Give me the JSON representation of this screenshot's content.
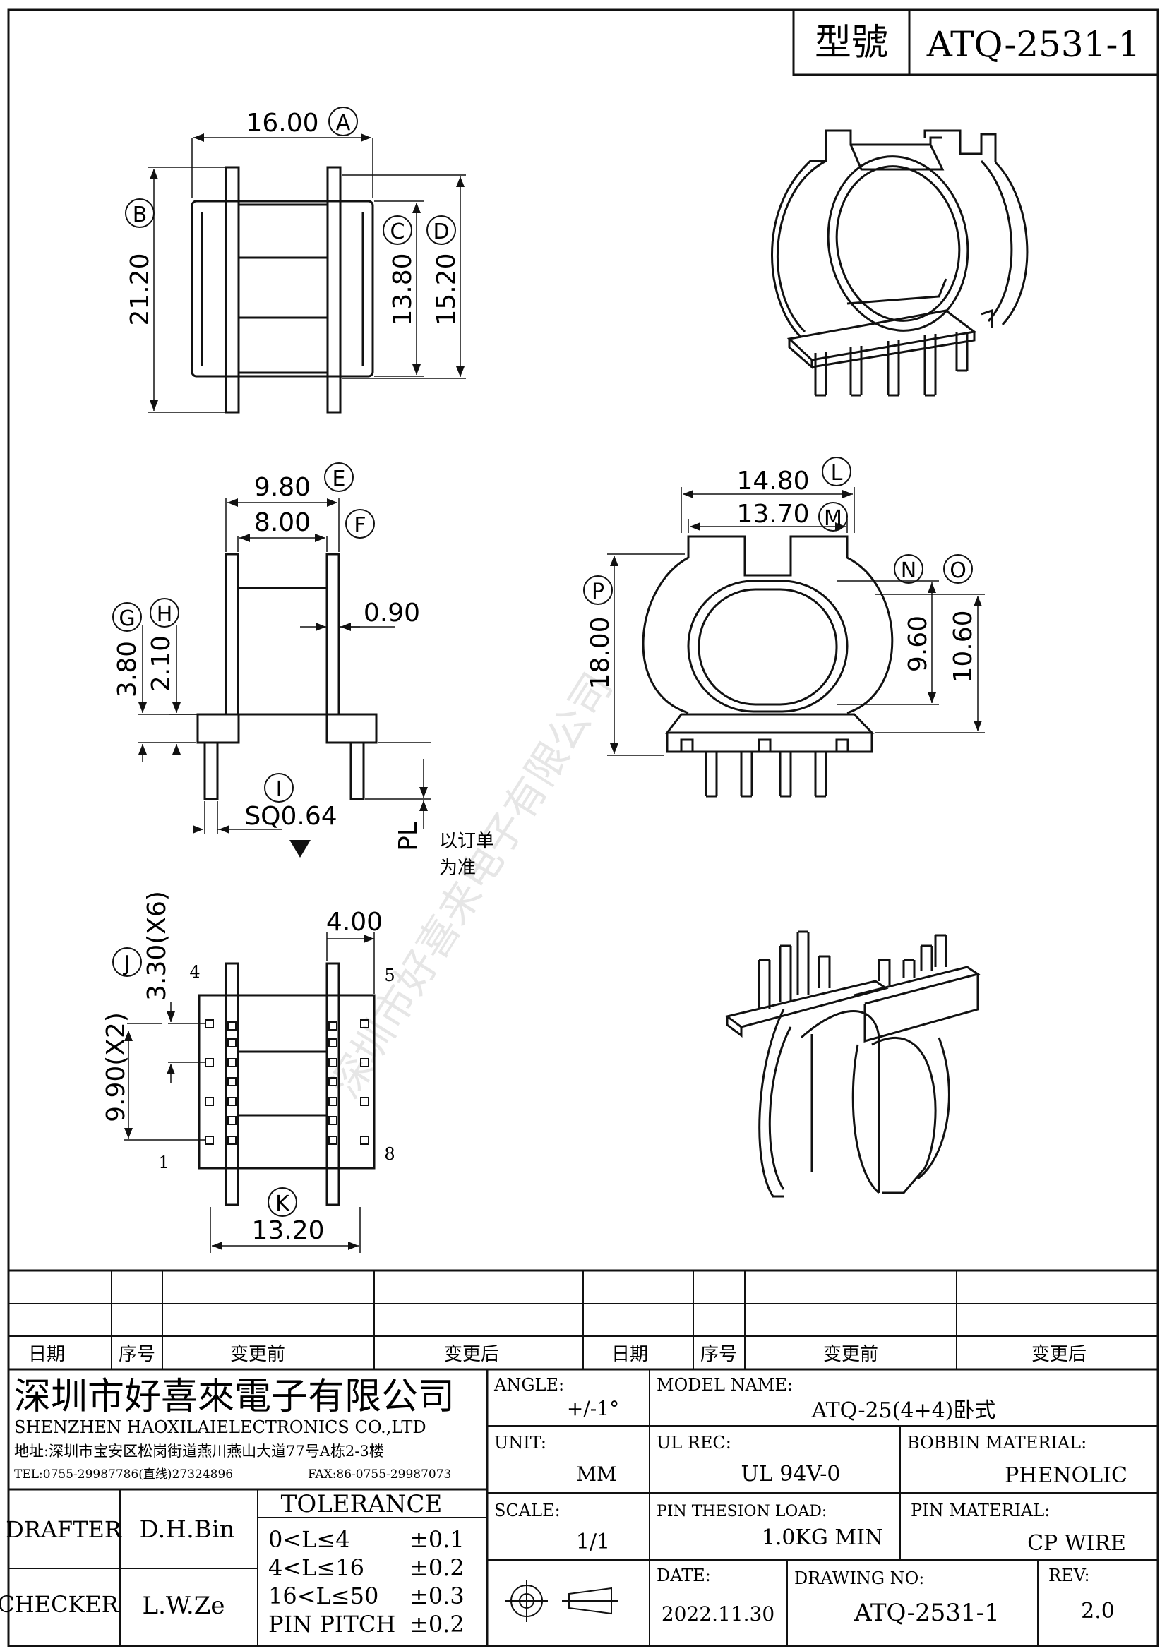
{
  "header": {
    "model_label": "型號",
    "model_value": "ATQ-2531-1"
  },
  "top_view": {
    "dim_a": "16.00",
    "label_a": "A",
    "dim_b": "21.20",
    "label_b": "B",
    "dim_c": "13.80",
    "label_c": "C",
    "dim_d": "15.20",
    "label_d": "D"
  },
  "side_view": {
    "dim_e": "9.80",
    "label_e": "E",
    "dim_f": "8.00",
    "label_f": "F",
    "dim_flange": "0.90",
    "dim_g": "3.80",
    "label_g": "G",
    "dim_h": "2.10",
    "label_h": "H",
    "dim_i": "SQ0.64",
    "label_i": "I",
    "pl_label": "PL",
    "pl_note_1": "以订单",
    "pl_note_2": "为准"
  },
  "front_view": {
    "dim_l": "14.80",
    "label_l": "L",
    "dim_m": "13.70",
    "label_m": "M",
    "label_n": "N",
    "label_o": "O",
    "dim_p": "18.00",
    "label_p": "P",
    "dim_n": "9.60",
    "dim_o": "10.60"
  },
  "bottom_view": {
    "dim_pin_pitch": "3.30(X6)",
    "label_j": "J",
    "dim_row": "9.90(X2)",
    "dim_edge": "4.00",
    "dim_k": "13.20",
    "label_k": "K",
    "pin_4": "4",
    "pin_5": "5",
    "pin_1": "1",
    "pin_8": "8"
  },
  "watermark": "深圳市好喜来电子有限公司",
  "revision_table": {
    "headers": [
      "日期",
      "序号",
      "变更前",
      "变更后",
      "日期",
      "序号",
      "变更前",
      "变更后"
    ]
  },
  "company": {
    "name_cn": "深圳市好喜來電子有限公司",
    "name_en": "SHENZHEN HAOXILAIELECTRONICS CO.,LTD",
    "address": "地址:深圳市宝安区松岗街道燕川燕山大道77号A栋2-3楼",
    "tel": "TEL:0755-29987786(直线)27324896",
    "fax": "FAX:86-0755-29987073"
  },
  "title_block": {
    "angle_label": "ANGLE:",
    "angle_value": "+/-1°",
    "model_name_label": "MODEL NAME:",
    "model_name_value": "ATQ-25(4+4)卧式",
    "unit_label": "UNIT:",
    "unit_value": "MM",
    "ul_label": "UL REC:",
    "ul_value": "UL 94V-0",
    "bobbin_label": "BOBBIN MATERIAL:",
    "bobbin_value": "PHENOLIC",
    "scale_label": "SCALE:",
    "scale_value": "1/1",
    "pin_tension_label": "PIN THESION LOAD:",
    "pin_tension_value": "1.0KG MIN",
    "pin_material_label": "PIN MATERIAL:",
    "pin_material_value": "CP  WIRE",
    "date_label": "DATE:",
    "date_value": "2022.11.30",
    "drawing_no_label": "DRAWING NO:",
    "drawing_no_value": "ATQ-2531-1",
    "rev_label": "REV:",
    "rev_value": "2.0"
  },
  "people": {
    "drafter_label": "DRAFTER",
    "drafter_value": "D.H.Bin",
    "checker_label": "CHECKER",
    "checker_value": "L.W.Ze"
  },
  "tolerance": {
    "title": "TOLERANCE",
    "rows": [
      {
        "range": "0<L≤4",
        "value": "±0.1"
      },
      {
        "range": "4<L≤16",
        "value": "±0.2"
      },
      {
        "range": "16<L≤50",
        "value": "±0.3"
      },
      {
        "range": "PIN PITCH",
        "value": "±0.2"
      }
    ]
  }
}
